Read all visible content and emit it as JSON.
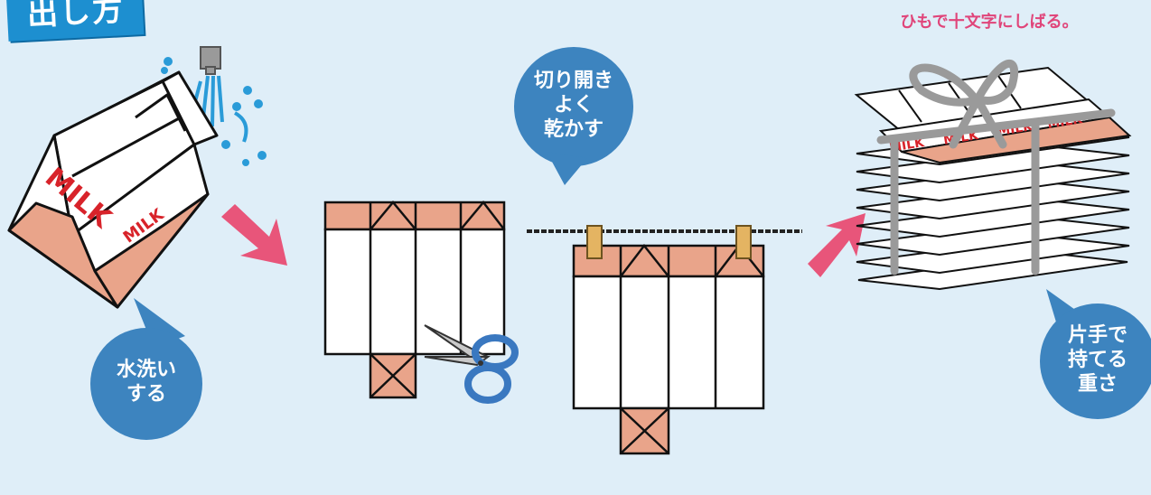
{
  "header": {
    "title": "出し方"
  },
  "steps": [
    {
      "id": "wash",
      "text": "水洗い\nする"
    },
    {
      "id": "dry",
      "text": "切り開き\nよく\n乾かす"
    },
    {
      "id": "carry",
      "text": "片手で\n持てる\n重さ"
    }
  ],
  "caption": {
    "tie": "ひもで十文字にしばる。"
  },
  "carton_label": "MILK",
  "colors": {
    "background": "#dfeef8",
    "bubble": "#3d84bf",
    "arrow": "#e8557a",
    "carton_pink": "#e9a48a",
    "milk_red": "#d8232a",
    "scissors_blue": "#3a78c0",
    "string_gray": "#9a9a9a",
    "water": "#2a9bd8",
    "clothespin": "#e4b462"
  },
  "icons": [
    "milk-carton-icon",
    "faucet-icon",
    "scissors-icon",
    "clothespin-icon",
    "arrow-icon"
  ]
}
